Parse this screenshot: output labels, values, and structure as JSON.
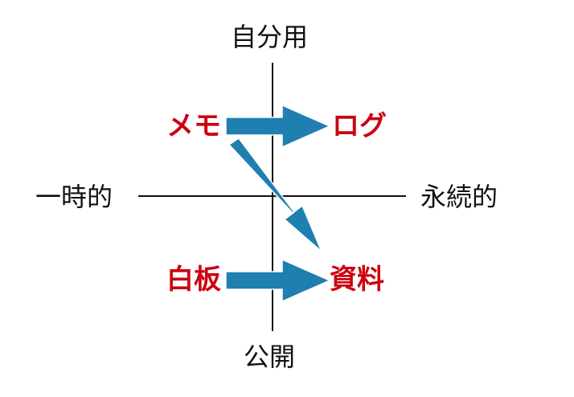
{
  "axes": {
    "top": "自分用",
    "bottom": "公開",
    "left": "一時的",
    "right": "永続的"
  },
  "nodes": {
    "memo": "メモ",
    "log": "ログ",
    "whiteboard": "白板",
    "material": "資料"
  },
  "colors": {
    "axis_line": "#111111",
    "node_text": "#cc0011",
    "arrow": "#1f7fb0"
  }
}
